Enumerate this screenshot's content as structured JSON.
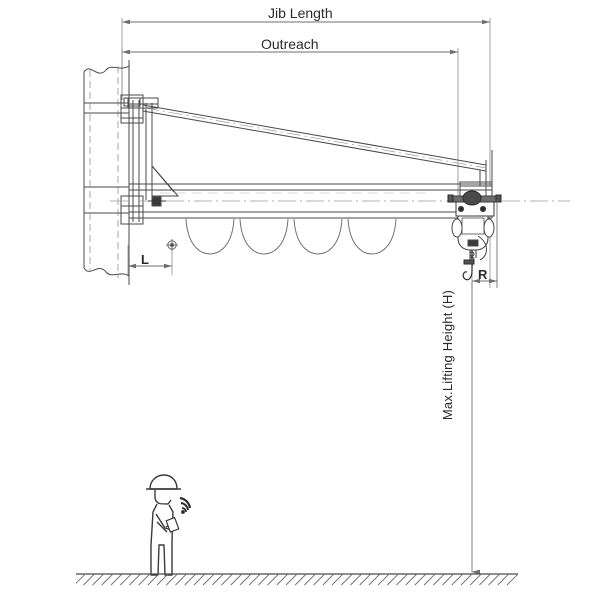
{
  "drawing": {
    "title": "Wall Mounted Jib Crane - Side Elevation",
    "background_color": "#ffffff",
    "line_color": "#4a4a4a",
    "dim_line_color": "#6e6e6e",
    "text_color": "#2b2b2b"
  },
  "dimensions": {
    "jib_length_label": "Jib Length",
    "outreach_label": "Outreach",
    "l_label": "L",
    "r_label": "R",
    "max_lifting_height_label": "Max.Lifting Height (H)"
  },
  "components": {
    "wall_column": "wall-column",
    "mounting_bracket": "wall-mounting-bracket",
    "pivot_post": "pivot-post",
    "gusset_plate": "gusset-plate",
    "jib_beam": "jib-beam",
    "tie_rod": "diagonal-tie-rod",
    "end_post": "jib-end-post",
    "festoon_loops": "festoon-cable-loops",
    "trolley": "trolley",
    "hoist": "electric-chain-hoist",
    "chain": "lifting-chain",
    "hook": "lifting-hook",
    "operator": "operator-figure",
    "hard_hat": "hard-hat",
    "remote": "radio-remote-control",
    "signal": "radio-signal-waves",
    "ground": "ground-line-hatched"
  },
  "counts": {
    "festoon_loops": 4,
    "ground_hatch_marks": 48
  }
}
